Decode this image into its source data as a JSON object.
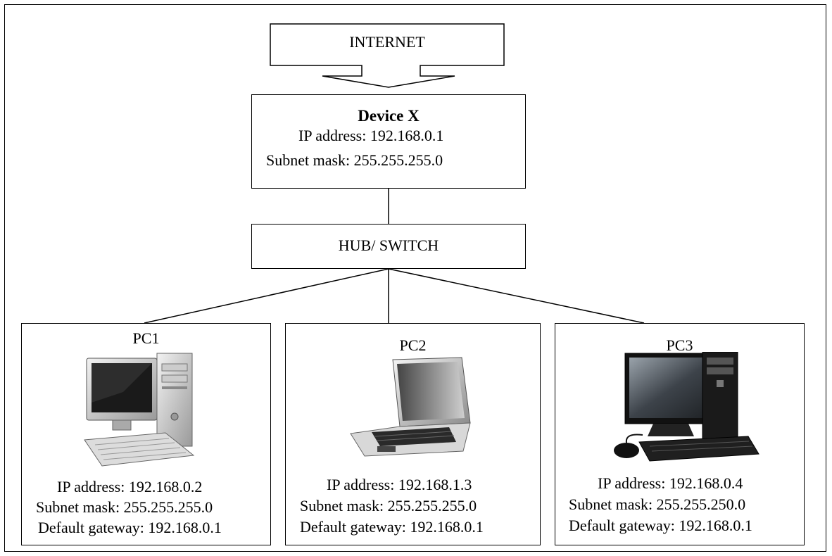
{
  "internet": {
    "label": "INTERNET"
  },
  "device_x": {
    "title": "Device X",
    "ip": "IP address: 192.168.0.1",
    "mask": "Subnet mask: 255.255.255.0"
  },
  "hub": {
    "label": "HUB/ SWITCH"
  },
  "pcs": [
    {
      "name": "PC1",
      "icon": "desktop-tower-icon",
      "ip": "IP address: 192.168.0.2",
      "mask": "Subnet mask: 255.255.255.0",
      "gateway": "Default gateway: 192.168.0.1"
    },
    {
      "name": "PC2",
      "icon": "laptop-icon",
      "ip": "IP address: 192.168.1.3",
      "mask": "Subnet mask: 255.255.255.0",
      "gateway": "Default gateway: 192.168.0.1"
    },
    {
      "name": "PC3",
      "icon": "desktop-widescreen-icon",
      "ip": "IP address: 192.168.0.4",
      "mask": "Subnet mask: 255.255.250.0",
      "gateway": "Default gateway: 192.168.0.1"
    }
  ]
}
